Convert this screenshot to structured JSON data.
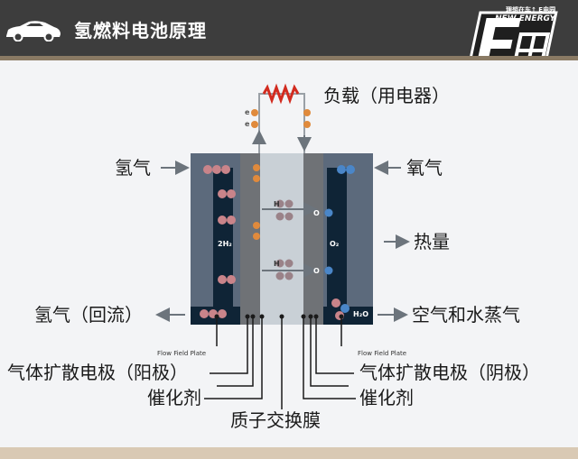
{
  "header": {
    "title": "氢燃料电池原理",
    "brand_sub": "理想在车↑ E电园",
    "brand_main": "NEW ENERGY"
  },
  "labels": {
    "load": "负载（用电器）",
    "hydrogen_in": "氢气",
    "oxygen_in": "氧气",
    "heat": "热量",
    "hydrogen_return": "氢气（回流）",
    "air_water": "空气和水蒸气",
    "gdl_anode": "气体扩散电极（阳极）",
    "gdl_cathode": "气体扩散电极（阴极）",
    "catalyst_left": "催化剂",
    "catalyst_right": "催化剂",
    "membrane": "质子交换膜",
    "flow_plate_left": "Flow Field Plate",
    "flow_plate_right": "Flow Field Plate"
  },
  "cell_labels": {
    "h2": "2H₂",
    "o2": "O₂",
    "h2o": "H₂O",
    "electron": "e",
    "proton": "H",
    "oxygen": "O"
  },
  "colors": {
    "header": "#3d3d3d",
    "stripe": "#8a7a64",
    "panel": "#f3f4f6",
    "plate": "#5c6a7c",
    "channel": "#0f2436",
    "electrode": "#6f7276",
    "membrane": "#c9d0d6",
    "arrow": "#6c747c",
    "resistor": "#d22b1f"
  }
}
